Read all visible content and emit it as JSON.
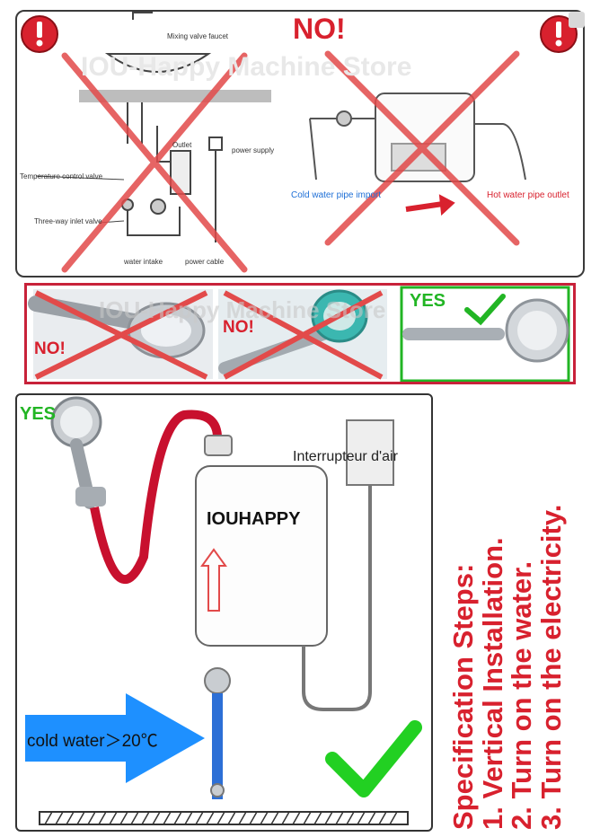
{
  "colors": {
    "red_cross": "#e24a4a",
    "alert_red": "#d8212e",
    "green": "#22b524",
    "blue_arrow": "#1e90ff",
    "hot_pipe": "#c8102e",
    "cold_pipe": "#2c6fd6"
  },
  "top_panel": {
    "no_label": "NO!",
    "watermark": "IOU-Happy Machine Store",
    "labels": {
      "mixing_valve": "Mixing valve faucet",
      "outlet": "Outlet",
      "power_supply": "power supply",
      "temp_valve": "Temperature control valve",
      "three_way": "Three-way inlet valve",
      "water_intake": "water intake",
      "power_cable": "power cable",
      "cold_pipe": "Cold water pipe import",
      "hot_pipe": "Hot water pipe outlet"
    },
    "alert_icons": [
      "alert-icon",
      "alert-icon"
    ]
  },
  "middle_panel": {
    "left_label": "NO!",
    "center_label": "NO!",
    "right_label": "YES",
    "watermark": "IOU-Happy Machine Store"
  },
  "bottom_panel": {
    "yes_label": "YES",
    "brand": "IOUHAPPY",
    "breaker_label": "Interrupteur d'air",
    "cold_water_label": "cold water＞20℃"
  },
  "steps": {
    "title": "Specification Steps:",
    "step1": "1. Vertical Installation.",
    "step2": "2. Turn on the water.",
    "step3": "3. Turn on the electricity."
  }
}
